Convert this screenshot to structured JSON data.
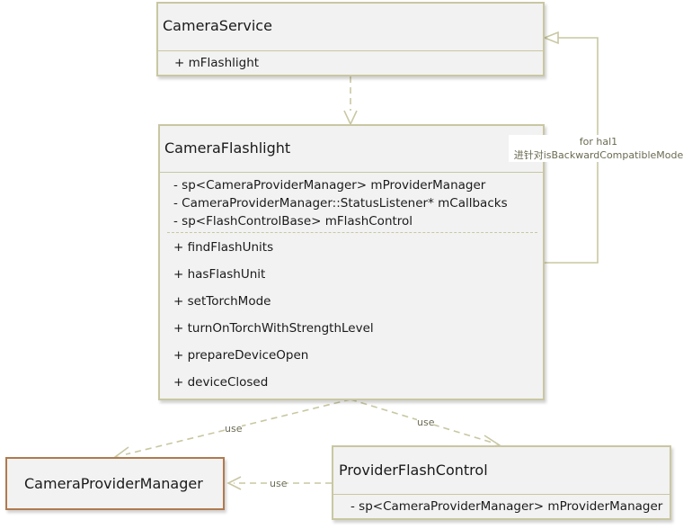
{
  "diagram": {
    "classes": {
      "camera_service": {
        "name": "CameraService",
        "attributes": [
          "+ mFlashlight"
        ]
      },
      "camera_flashlight": {
        "name": "CameraFlashlight",
        "attributes": [
          "- sp<CameraProviderManager> mProviderManager",
          "- CameraProviderManager::StatusListener* mCallbacks",
          "- sp<FlashControlBase> mFlashControl"
        ],
        "methods": [
          "+ findFlashUnits",
          "+ hasFlashUnit",
          "+ setTorchMode",
          "+ turnOnTorchWithStrengthLevel",
          "+ prepareDeviceOpen",
          "+ deviceClosed"
        ]
      },
      "camera_provider_manager": {
        "name": "CameraProviderManager"
      },
      "provider_flash_control": {
        "name": "ProviderFlashControl",
        "attributes": [
          "- sp<CameraProviderManager> mProviderManager"
        ]
      }
    },
    "relations": {
      "flashlight_to_service_note_line1": "for hal1",
      "flashlight_to_service_note_line2": "进针对isBackwardCompatibleMode",
      "use_flashlight_to_manager": "use",
      "use_flashlight_to_flashcontrol": "use",
      "use_flashcontrol_to_manager": "use"
    },
    "colors": {
      "border": "#c9c7a2",
      "box_fill": "#f2f2f2",
      "manager_border": "#b07a4e",
      "line": "#c9c7a2",
      "label_text": "#6b6a52"
    }
  }
}
